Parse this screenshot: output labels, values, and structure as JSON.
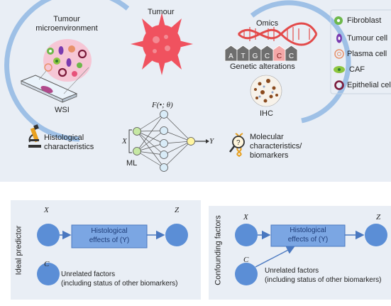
{
  "top": {
    "tumour_micro_line1": "Tumour",
    "tumour_micro_line2": "microenvironment",
    "wsi": "WSI",
    "tumour": "Tumour",
    "omics": "Omics",
    "bases": [
      "A",
      "T",
      "G",
      "C",
      "C",
      "C"
    ],
    "genetic_alterations": "Genetic alterations",
    "ihc": "IHC",
    "hist_line1": "Histological",
    "hist_line2": "characteristics",
    "mol_line1": "Molecular",
    "mol_line2": "characteristics/",
    "mol_line3": "biomarkers",
    "ml_label": "ML",
    "formula": "F(•; θ)",
    "x_label": "X",
    "y_label": "Y"
  },
  "legend": {
    "items": [
      {
        "label": "Fibroblast",
        "icon": "fibroblast-icon"
      },
      {
        "label": "Tumour cell",
        "icon": "tumour-cell-icon"
      },
      {
        "label": "Plasma cell",
        "icon": "plasma-cell-icon"
      },
      {
        "label": "CAF",
        "icon": "caf-icon"
      },
      {
        "label": "Epithelial cell",
        "icon": "epithelial-cell-icon"
      }
    ]
  },
  "bottom_left": {
    "side_label": "Ideal predictor",
    "x": "X",
    "z": "Z",
    "c": "C",
    "box_line1": "Histological",
    "box_line2": "effects of (Y)",
    "unrelated_line1": "Unrelated factors",
    "unrelated_line2": "(including status of other biomarkers)"
  },
  "bottom_right": {
    "side_label": "Confounding factors",
    "x": "X",
    "z": "Z",
    "c": "C",
    "box_line1": "Histological",
    "box_line2": "effects of (Y)",
    "unrelated_line1": "Unrelated factors",
    "unrelated_line2": "(including status of other biomarkers)"
  },
  "colors": {
    "panel_bg": "#e9eef5",
    "ring_blue": "#9ec0e6",
    "node_blue": "#5b8ed6",
    "box_blue": "#7ba6e3",
    "tumour_red": "#f0525f",
    "nn_green": "#c6e8a4",
    "nn_blue": "#d9ecf8",
    "nn_yellow": "#fff5a0",
    "icon_orange": "#e8a020"
  }
}
